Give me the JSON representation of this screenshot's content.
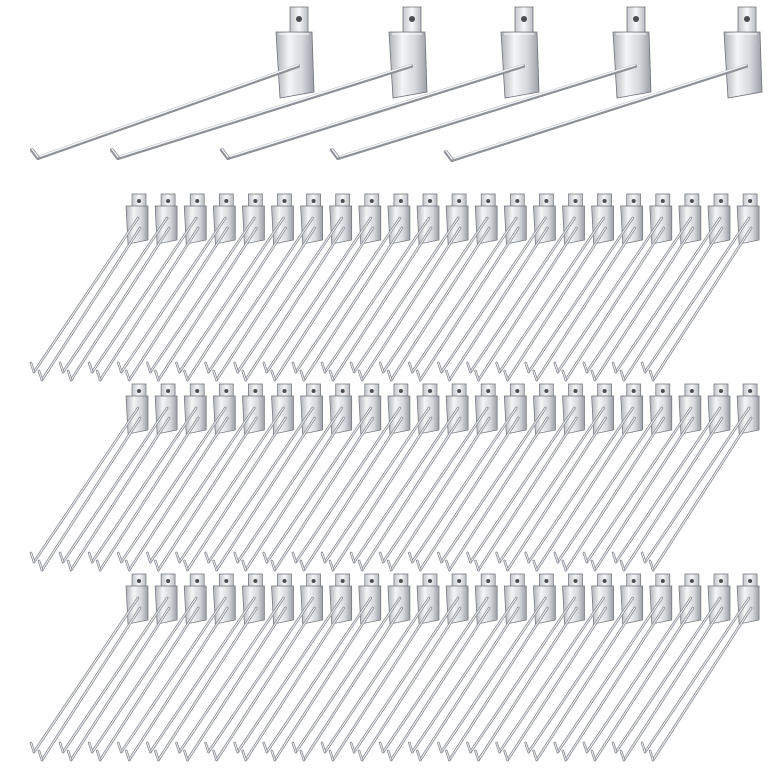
{
  "image": {
    "subject": "slatwall-hooks",
    "background": "#ffffff",
    "colors": {
      "metal_light": "#f2f3f5",
      "metal_mid": "#c9ccd1",
      "metal_dark": "#8d9097",
      "edge": "#6f737a"
    },
    "groups": [
      {
        "name": "featured-row",
        "count": 5
      },
      {
        "name": "row-1",
        "count": 22
      },
      {
        "name": "row-2",
        "count": 22
      },
      {
        "name": "row-3",
        "count": 22
      }
    ]
  }
}
